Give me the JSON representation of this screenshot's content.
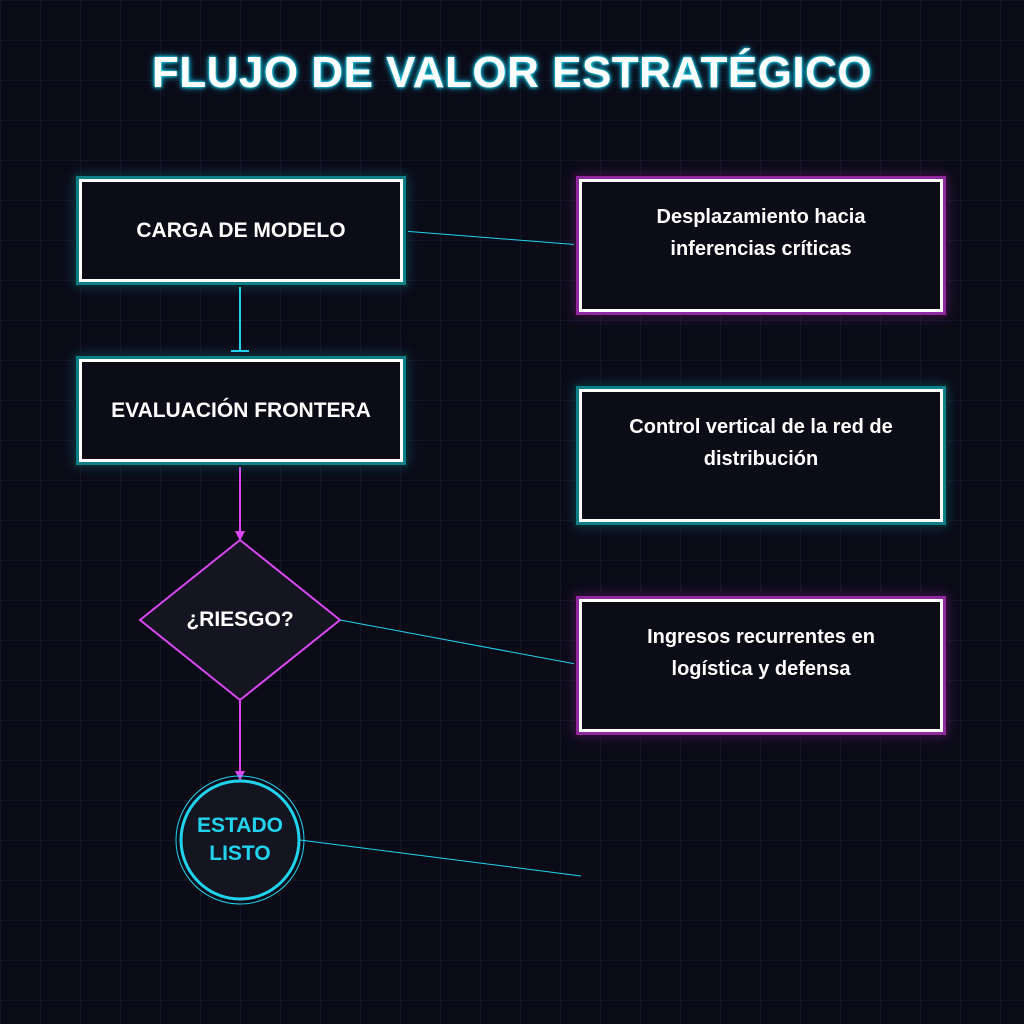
{
  "title": "FLUJO DE VALOR ESTRATÉGICO",
  "flow": {
    "step_1": "CARGA DE MODELO",
    "step_2": "EVALUACIÓN FRONTERA",
    "decision": "¿RIESGO?",
    "end_line_1": "ESTADO",
    "end_line_2": "LISTO"
  },
  "notes": [
    {
      "text": "Desplazamiento hacia inferencias críticas"
    },
    {
      "text": "Control vertical de la red de distribución"
    },
    {
      "text": "Ingresos recurrentes en logística y defensa"
    }
  ],
  "colors": {
    "background": "#0b0b18",
    "cyan_accent": "#22d3ee",
    "magenta_accent": "#d946ef",
    "node_fill": "#151522"
  }
}
